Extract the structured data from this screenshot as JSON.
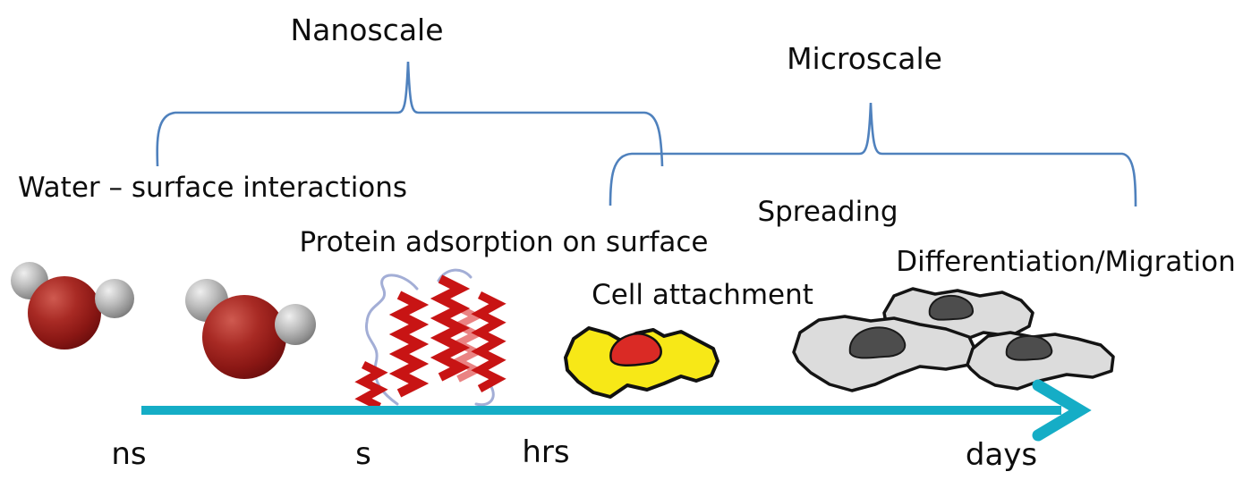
{
  "scales": {
    "nanoscale_label": "Nanoscale",
    "microscale_label": "Microscale"
  },
  "processes": {
    "water_surface": "Water – surface interactions",
    "protein_adsorption": "Protein adsorption on surface",
    "cell_attachment": "Cell attachment",
    "spreading": "Spreading",
    "differentiation_migration": "Differentiation/Migration"
  },
  "timeline": {
    "ticks": [
      "ns",
      "s",
      "hrs",
      "days"
    ]
  },
  "icons": {
    "water_molecule": "water-molecule-icon",
    "protein_ribbon": "protein-ribbon-icon",
    "attached_cell": "attached-cell-icon",
    "cell_cluster": "cell-cluster-icon",
    "timeline_arrow": "timeline-arrow-icon"
  },
  "colors": {
    "brace": "#4f81bd",
    "arrow": "#15adc6",
    "cell_body": "#f7e817",
    "cell_nucleus": "#da2a25",
    "tissue_cell_fill": "#dcdcdc",
    "tissue_nucleus": "#4d4d4d",
    "protein_helix": "#c81414",
    "protein_helix_light": "#ea8383",
    "protein_loop": "#a3aed6"
  }
}
